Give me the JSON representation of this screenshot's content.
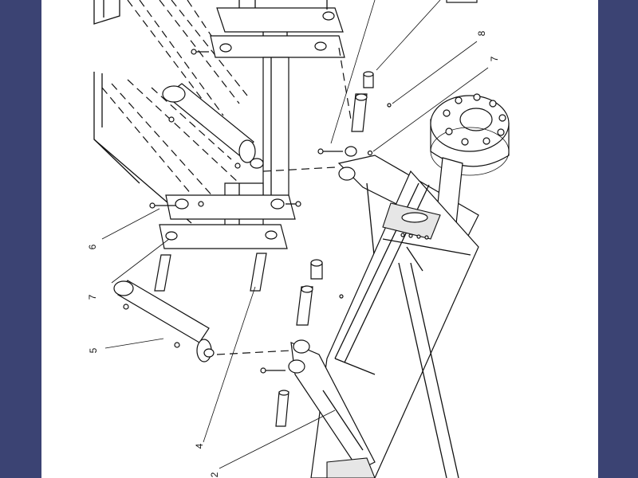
{
  "diagram": {
    "callouts": [
      {
        "id": "8",
        "label": "8"
      },
      {
        "id": "7a",
        "label": "7"
      },
      {
        "id": "6",
        "label": "6"
      },
      {
        "id": "7b",
        "label": "7"
      },
      {
        "id": "5",
        "label": "5"
      },
      {
        "id": "4",
        "label": "4"
      },
      {
        "id": "2",
        "label": "2"
      }
    ]
  },
  "colors": {
    "viewer_background": "#3b4373",
    "page_background": "#ffffff",
    "line_color": "#111111"
  }
}
